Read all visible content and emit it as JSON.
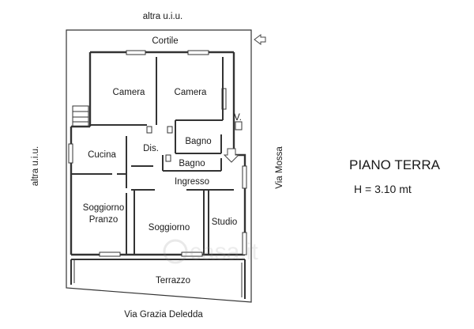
{
  "outer_labels": {
    "top": "altra u.i.u.",
    "left": "altra u.i.u.",
    "right": "Via Mossa",
    "bottom": "Via Grazia Deledda"
  },
  "rooms": {
    "cortile": "Cortile",
    "camera_1": "Camera",
    "camera_2": "Camera",
    "veranda": "V.",
    "bagno_1": "Bagno",
    "bagno_2": "Bagno",
    "cucina": "Cucina",
    "disimpegno": "Dis.",
    "ingresso": "Ingresso",
    "soggiorno_pranzo_line1": "Soggiorno",
    "soggiorno_pranzo_line2": "Pranzo",
    "soggiorno": "Soggiorno",
    "studio": "Studio",
    "terrazzo": "Terrazzo"
  },
  "info": {
    "title": "PIANO TERRA",
    "height": "H = 3.10 mt"
  },
  "watermark": "casa.it",
  "icons": {
    "north_arrow": "arrow-left-outline-icon",
    "entry_arrow": "arrow-down-outline-icon"
  }
}
